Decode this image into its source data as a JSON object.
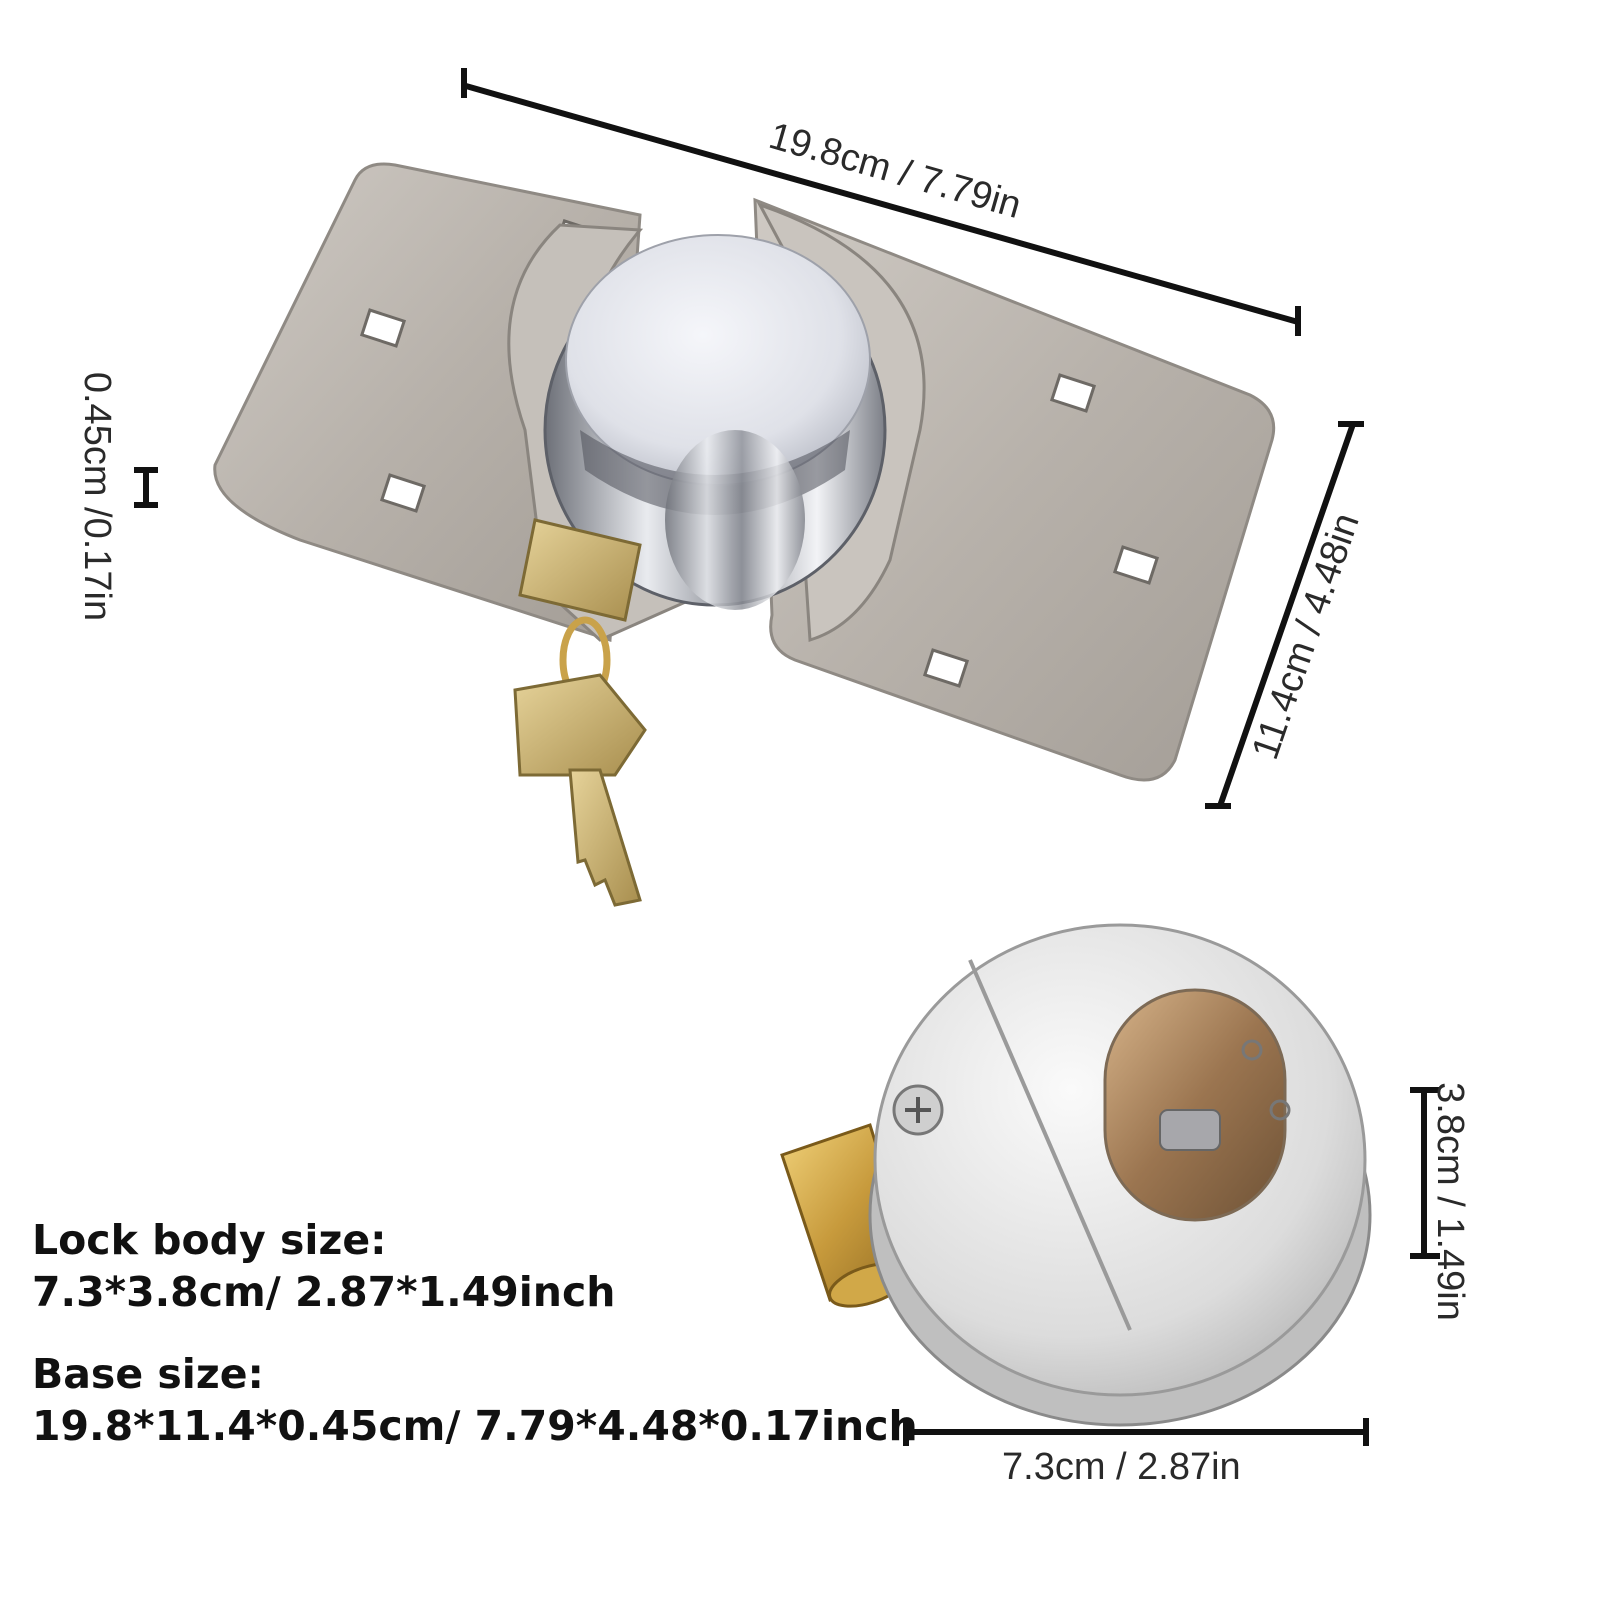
{
  "dimensions": {
    "base_length": "19.8cm / 7.79in",
    "base_width": "11.4cm / 4.48in",
    "base_thickness": "0.45cm /0.17in",
    "lock_height": "3.8cm / 1.49in",
    "lock_diameter": "7.3cm / 2.87in"
  },
  "specs": {
    "lock_body_title": "Lock body size:",
    "lock_body_value": "7.3*3.8cm/ 2.87*1.49inch",
    "base_title": "Base size:",
    "base_value": "19.8*11.4*0.45cm/ 7.79*4.48*0.17inch"
  },
  "colors": {
    "steel_plate": "#b9b4ae",
    "chrome": "#e6e6ea",
    "brass": "#c9a24a",
    "ink": "#1a1a1a"
  }
}
